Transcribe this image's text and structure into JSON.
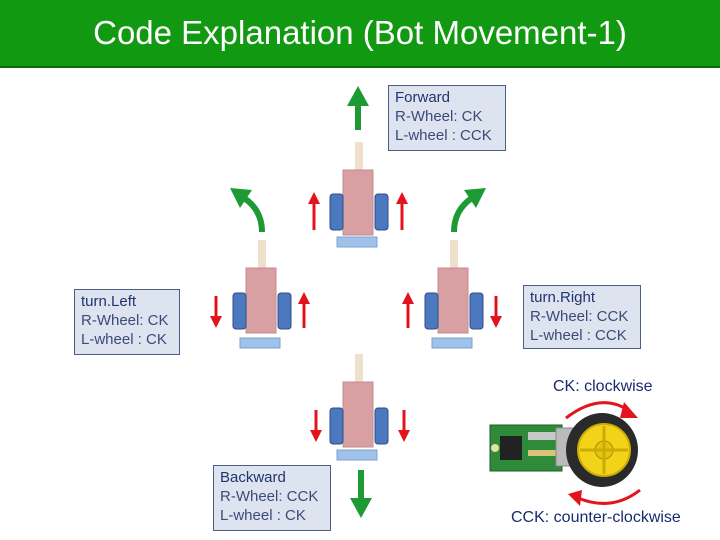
{
  "title": "Code Explanation (Bot Movement-1)",
  "labels": {
    "forward": {
      "title": "Forward",
      "r": "R-Wheel: CK",
      "l": "L-wheel : CCK"
    },
    "turn_left": {
      "title": "turn.Left",
      "r": "R-Wheel: CK",
      "l": "L-wheel : CK"
    },
    "turn_right": {
      "title": "turn.Right",
      "r": "R-Wheel: CCK",
      "l": "L-wheel : CCK"
    },
    "backward": {
      "title": "Backward",
      "r": "R-Wheel: CCK",
      "l": "L-wheel : CK"
    }
  },
  "legend": {
    "ck": "CK: clockwise",
    "cck": "CCK: counter-clockwise"
  },
  "colors": {
    "title_bg": "#119a11",
    "body": "#d9a0a3",
    "wheel": "#4b78bf",
    "sensor_strip": "#9fc1ea",
    "red_arrow": "#e3141c",
    "green_arrow": "#1e9a35"
  }
}
